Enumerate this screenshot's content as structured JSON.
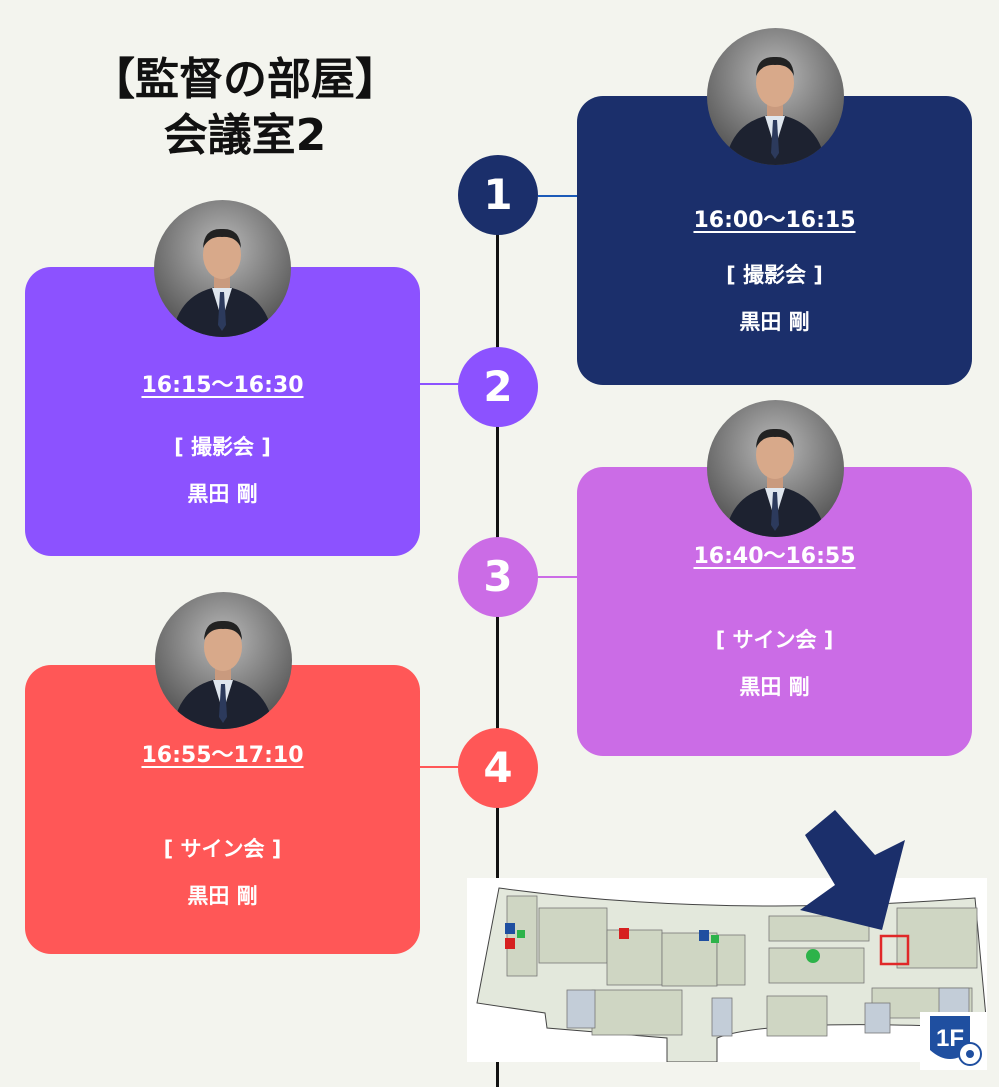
{
  "title": {
    "line1": "【監督の部屋】",
    "line2": "会議室2"
  },
  "colors": {
    "background": "#f3f4ee",
    "slot1": "#1b2f6b",
    "slot2": "#8c52ff",
    "slot3": "#cb6ce6",
    "slot4": "#ff5757"
  },
  "slots": [
    {
      "number": "1",
      "time": "16:00〜16:15",
      "event": "[  撮影会  ]",
      "name": "黒田  剛"
    },
    {
      "number": "2",
      "time": "16:15〜16:30",
      "event": "[  撮影会  ]",
      "name": "黒田  剛"
    },
    {
      "number": "3",
      "time": "16:40〜16:55",
      "event": "[  サイン会  ]",
      "name": "黒田  剛"
    },
    {
      "number": "4",
      "time": "16:55〜17:10",
      "event": "[  サイン会  ]",
      "name": "黒田  剛"
    }
  ],
  "map": {
    "floor_badge": "1F"
  }
}
